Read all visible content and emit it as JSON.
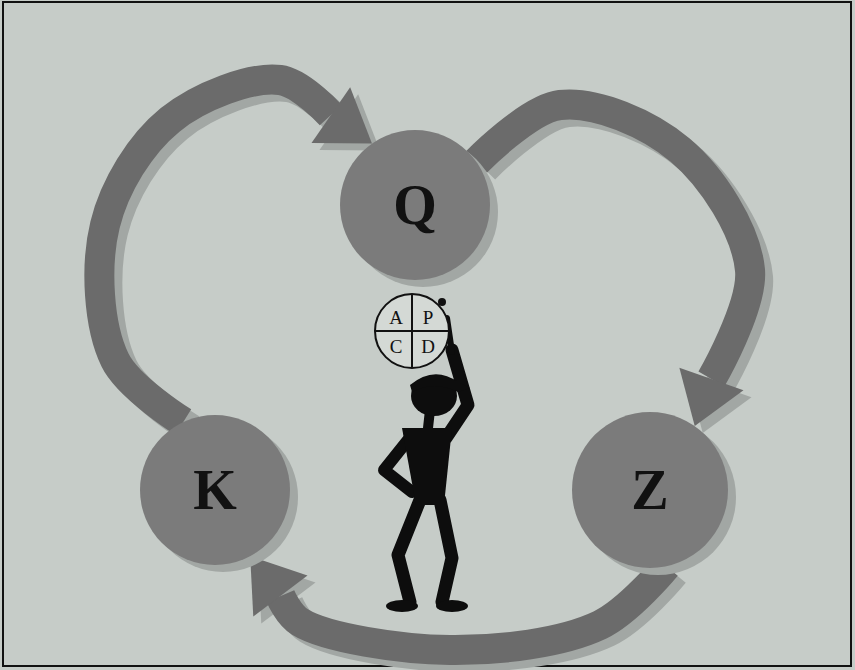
{
  "diagram": {
    "nodes": [
      {
        "text": [
          "Q"
        ]
      },
      {
        "text": [
          "K"
        ]
      },
      {
        "text": [
          "Z"
        ]
      }
    ],
    "edges": [
      {
        "from": 1,
        "to": 0,
        "arrow": "to"
      },
      {
        "from": 0,
        "to": 2,
        "arrow": "to"
      },
      {
        "from": 2,
        "to": 1,
        "arrow": "to"
      }
    ],
    "labels": [
      "A",
      "P",
      "C",
      "D"
    ]
  }
}
